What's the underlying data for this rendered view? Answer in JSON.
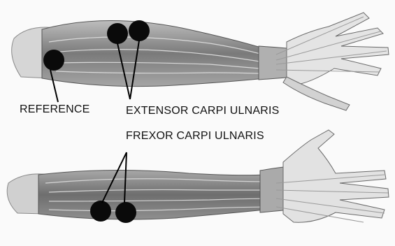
{
  "labels": {
    "reference": "REFERENCE",
    "extensor": "EXTENSOR CARPI ULNARIS",
    "flexor": "FREXOR CARPI ULNARIS"
  },
  "colors": {
    "electrode": "#0a0a0a",
    "muscle_dark": "#6f6f6f",
    "muscle_mid": "#9a9a9a",
    "muscle_light": "#cfcfcf",
    "tendon": "#e8e8e8",
    "leader_line": "#000000"
  },
  "figure": {
    "panels": [
      "forearm-dorsal-view",
      "forearm-volar-view"
    ],
    "electrode_count": 5
  }
}
